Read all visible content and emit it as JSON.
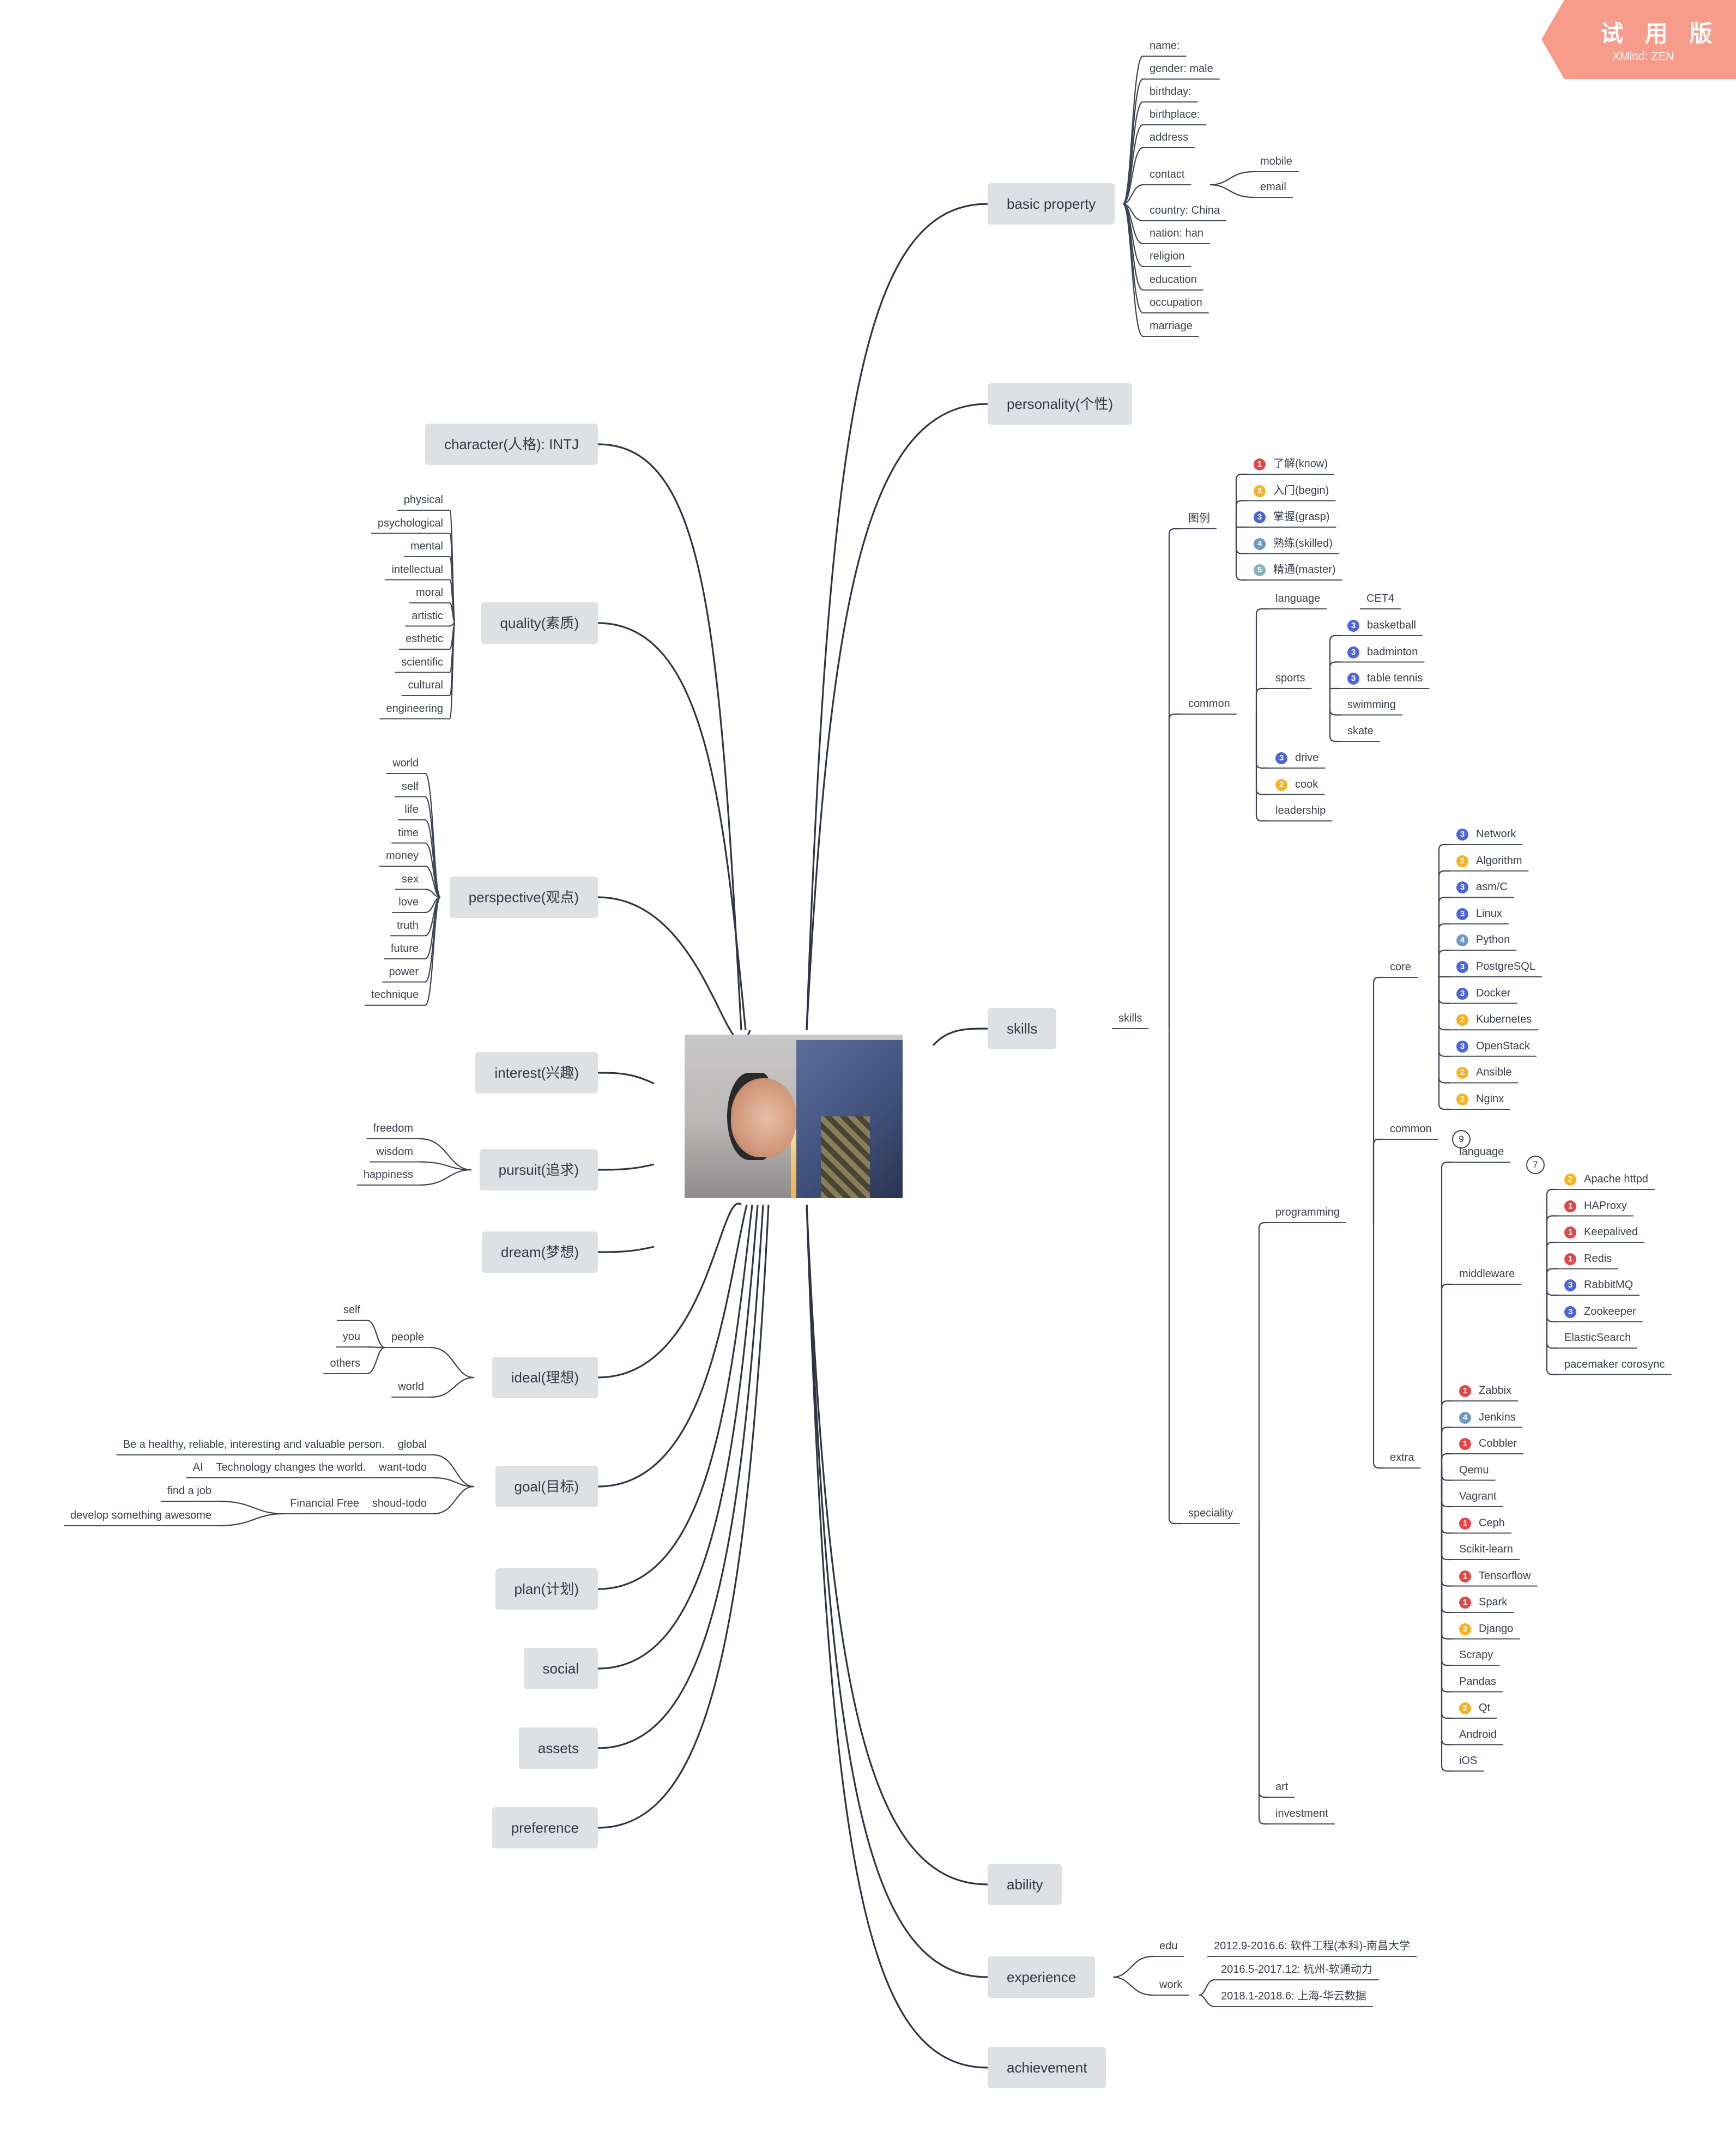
{
  "watermark": {
    "title": "试 用 版",
    "brand": "XMind: ZEN",
    "color": "#f79b8b"
  },
  "colors": {
    "line": "#2f3542",
    "topic_bg": "#dde1e3",
    "priority_1": "#e04848",
    "priority_2": "#f5b324",
    "priority_3": "#4e64d9",
    "priority_4": "#6f99c9",
    "priority_5": "#8ab0b8"
  },
  "central": {
    "photo": "portrait photo of a person"
  },
  "main_topics": [
    {
      "id": "basic",
      "label": "basic property"
    },
    {
      "id": "personality",
      "label": "personality(个性)"
    },
    {
      "id": "skills",
      "label": "skills"
    },
    {
      "id": "ability",
      "label": "ability"
    },
    {
      "id": "experience",
      "label": "experience"
    },
    {
      "id": "achievement",
      "label": "achievement"
    },
    {
      "id": "character",
      "label": "character(人格): INTJ"
    },
    {
      "id": "quality",
      "label": "quality(素质)"
    },
    {
      "id": "perspective",
      "label": "perspective(观点)"
    },
    {
      "id": "interest",
      "label": "interest(兴趣)"
    },
    {
      "id": "pursuit",
      "label": "pursuit(追求)"
    },
    {
      "id": "dream",
      "label": "dream(梦想)"
    },
    {
      "id": "ideal",
      "label": "ideal(理想)"
    },
    {
      "id": "goal",
      "label": "goal(目标)"
    },
    {
      "id": "plan",
      "label": "plan(计划)"
    },
    {
      "id": "social",
      "label": "social"
    },
    {
      "id": "assets",
      "label": "assets"
    },
    {
      "id": "preference",
      "label": "preference"
    }
  ],
  "basic_property": [
    "name:",
    "gender: male",
    "birthday:",
    "birthplace:",
    "address",
    "contact",
    "mobile",
    "email",
    "country: China",
    "nation: han",
    "religion",
    "education",
    "occupation",
    "marriage"
  ],
  "quality": [
    "physical",
    "psychological",
    "mental",
    "intellectual",
    "moral",
    "artistic",
    "esthetic",
    "scientific",
    "cultural",
    "engineering"
  ],
  "perspective": [
    "world",
    "self",
    "life",
    "time",
    "money",
    "sex",
    "love",
    "truth",
    "future",
    "power",
    "technique"
  ],
  "pursuit": [
    "freedom",
    "wisdom",
    "happiness"
  ],
  "ideal": [
    "people",
    "self",
    "you",
    "others",
    "world"
  ],
  "goal": [
    "global",
    "Be a healthy, reliable, interesting and valuable person.",
    "want-todo",
    "Technology changes the world.",
    "AI",
    "shoud-todo",
    "Financial Free",
    "find a job",
    "develop something awesome"
  ],
  "skills": {
    "branch": "skills",
    "legend": {
      "label": "图例",
      "items": [
        {
          "p": 1,
          "text": "了解(know)"
        },
        {
          "p": 2,
          "text": "入门(begin)"
        },
        {
          "p": 3,
          "text": "掌握(grasp)"
        },
        {
          "p": 4,
          "text": "熟练(skilled)"
        },
        {
          "p": 5,
          "text": "精通(master)"
        }
      ]
    },
    "common": {
      "label": "common",
      "language": "language",
      "language_value": "CET4",
      "sports": "sports",
      "sports_items": [
        {
          "p": 3,
          "text": "basketball"
        },
        {
          "p": 3,
          "text": "badminton"
        },
        {
          "p": 3,
          "text": "table tennis"
        },
        {
          "p": 0,
          "text": "swimming"
        },
        {
          "p": 0,
          "text": "skate"
        }
      ],
      "others": [
        {
          "p": 3,
          "text": "drive"
        },
        {
          "p": 2,
          "text": "cook"
        },
        {
          "p": 0,
          "text": "leadership"
        }
      ]
    },
    "speciality": {
      "label": "speciality",
      "programming": "programming",
      "core": "core",
      "core_items": [
        {
          "p": 3,
          "text": "Network"
        },
        {
          "p": 2,
          "text": "Algorithm"
        },
        {
          "p": 3,
          "text": "asm/C"
        },
        {
          "p": 3,
          "text": "Linux"
        },
        {
          "p": 4,
          "text": "Python"
        },
        {
          "p": 3,
          "text": "PostgreSQL"
        },
        {
          "p": 3,
          "text": "Docker"
        },
        {
          "p": 2,
          "text": "Kubernetes"
        },
        {
          "p": 3,
          "text": "OpenStack"
        },
        {
          "p": 2,
          "text": "Ansible"
        },
        {
          "p": 2,
          "text": "Nginx"
        }
      ],
      "common": "common",
      "common_count": "9",
      "language": "language",
      "language_count": "7",
      "middleware": "middleware",
      "middleware_items": [
        {
          "p": 2,
          "text": "Apache httpd"
        },
        {
          "p": 1,
          "text": "HAProxy"
        },
        {
          "p": 1,
          "text": "Keepalived"
        },
        {
          "p": 1,
          "text": "Redis"
        },
        {
          "p": 3,
          "text": "RabbitMQ"
        },
        {
          "p": 3,
          "text": "Zookeeper"
        },
        {
          "p": 0,
          "text": "ElasticSearch"
        },
        {
          "p": 0,
          "text": "pacemaker corosync"
        }
      ],
      "extra": "extra",
      "extra_items": [
        {
          "p": 1,
          "text": "Zabbix"
        },
        {
          "p": 4,
          "text": "Jenkins"
        },
        {
          "p": 1,
          "text": "Cobbler"
        },
        {
          "p": 0,
          "text": "Qemu"
        },
        {
          "p": 0,
          "text": "Vagrant"
        },
        {
          "p": 1,
          "text": "Ceph"
        },
        {
          "p": 0,
          "text": "Scikit-learn"
        },
        {
          "p": 1,
          "text": "Tensorflow"
        },
        {
          "p": 1,
          "text": "Spark"
        },
        {
          "p": 2,
          "text": "Django"
        },
        {
          "p": 0,
          "text": "Scrapy"
        },
        {
          "p": 0,
          "text": "Pandas"
        },
        {
          "p": 2,
          "text": "Qt"
        },
        {
          "p": 0,
          "text": "Android"
        },
        {
          "p": 0,
          "text": "iOS"
        }
      ],
      "art": "art",
      "investment": "investment"
    }
  },
  "experience": {
    "edu": "edu",
    "edu_value": "2012.9-2016.6: 软件工程(本科)-南昌大学",
    "work": "work",
    "work_values": [
      "2016.5-2017.12: 杭州-软通动力",
      "2018.1-2018.6: 上海-华云数据"
    ]
  }
}
